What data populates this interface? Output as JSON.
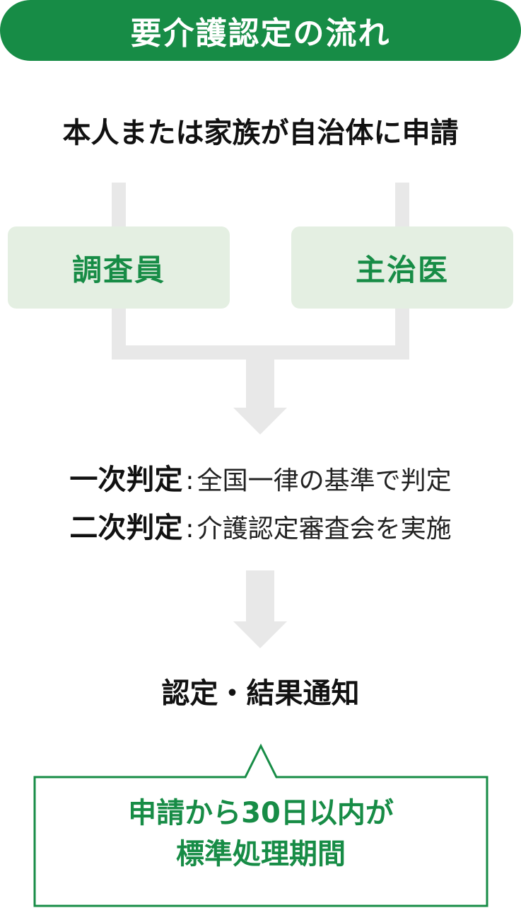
{
  "title": "要介護認定の流れ",
  "applicant": "本人または家族が自治体に申請",
  "roles": {
    "left": "調査員",
    "right": "主治医"
  },
  "judgments": [
    {
      "label": "一次判定",
      "separator": ":",
      "description": "全国一律の基準で判定"
    },
    {
      "label": "二次判定",
      "separator": ":",
      "description": "介護認定審査会を実施"
    }
  ],
  "result": "認定・結果通知",
  "note": {
    "line1": "申請から30日以内が",
    "line2": "標準処理期間"
  },
  "colors": {
    "accent": "#178c46",
    "role_box": "#e4efe2",
    "connector": "#e8e8e8"
  }
}
